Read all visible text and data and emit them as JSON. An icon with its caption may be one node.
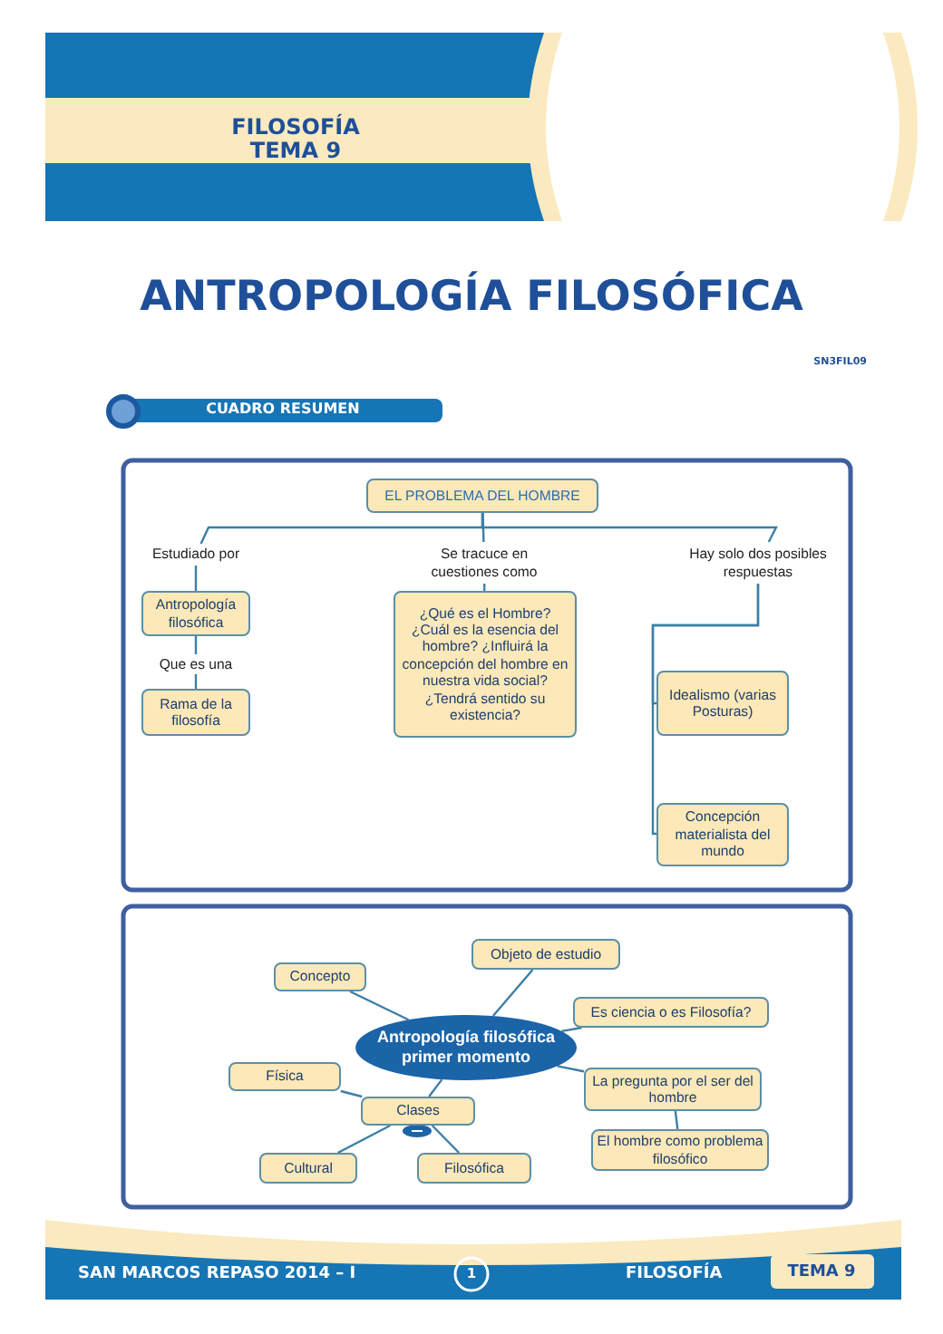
{
  "diagram": {
    "title": "ANTROPOLOGÍA FILOSÓFICA",
    "nodes": [
      {
        "text": [
          "EL PROBLEMA DEL HOMBRE"
        ]
      },
      {
        "text": [
          "Estudiado por"
        ]
      },
      {
        "text": [
          "Se tracuce en cuestiones como"
        ]
      },
      {
        "text": [
          "Hay solo dos posibles respuestas"
        ]
      },
      {
        "text": [
          "Antropología filosófica"
        ]
      },
      {
        "text": [
          "Que es una"
        ]
      },
      {
        "text": [
          "Rama de la filosofía"
        ]
      },
      {
        "text": [
          "¿Qué es el Hombre? ¿Cuál es la esencia del hombre? ¿Influirá la concepción del hombre en nuestra vida social? ¿Tendrá sentido su existencia?"
        ]
      },
      {
        "text": [
          "Idealismo (varias Posturas)"
        ]
      },
      {
        "text": [
          "Concepción materialista del mundo"
        ]
      },
      {
        "text": [
          "Antropología filosófica primer momento"
        ]
      },
      {
        "text": [
          "Concepto"
        ]
      },
      {
        "text": [
          "Objeto de estudio"
        ]
      },
      {
        "text": [
          "Es ciencia o es Filosofía?"
        ]
      },
      {
        "text": [
          "La pregunta por el ser del hombre"
        ]
      },
      {
        "text": [
          "El hombre como problema filosófico"
        ]
      },
      {
        "text": [
          "Física"
        ]
      },
      {
        "text": [
          "Clases"
        ]
      },
      {
        "text": [
          "Cultural"
        ]
      },
      {
        "text": [
          "Filosófica"
        ]
      }
    ],
    "edges": [
      {
        "from": 0,
        "to": 1,
        "arrow": "none"
      },
      {
        "from": 0,
        "to": 2,
        "arrow": "none"
      },
      {
        "from": 0,
        "to": 3,
        "arrow": "none"
      },
      {
        "from": 1,
        "to": 4,
        "arrow": "none"
      },
      {
        "from": 4,
        "to": 5,
        "arrow": "none"
      },
      {
        "from": 5,
        "to": 6,
        "arrow": "none"
      },
      {
        "from": 2,
        "to": 7,
        "arrow": "none"
      },
      {
        "from": 3,
        "to": 8,
        "arrow": "none"
      },
      {
        "from": 3,
        "to": 9,
        "arrow": "none"
      },
      {
        "from": 10,
        "to": 11,
        "arrow": "none"
      },
      {
        "from": 10,
        "to": 12,
        "arrow": "none"
      },
      {
        "from": 10,
        "to": 13,
        "arrow": "none"
      },
      {
        "from": 10,
        "to": 14,
        "arrow": "none"
      },
      {
        "from": 14,
        "to": 15,
        "arrow": "none"
      },
      {
        "from": 10,
        "to": 17,
        "arrow": "none"
      },
      {
        "from": 17,
        "to": 16,
        "arrow": "none"
      },
      {
        "from": 17,
        "to": 18,
        "arrow": "none"
      },
      {
        "from": 17,
        "to": 19,
        "arrow": "none"
      }
    ],
    "labels": [
      "FILOSOFÍA",
      "TEMA 9",
      "SN3FIL09",
      "CUADRO RESUMEN",
      "SAN MARCOS REPASO 2014 – I",
      "1",
      "FILOSOFÍA",
      "TEMA 9"
    ]
  }
}
